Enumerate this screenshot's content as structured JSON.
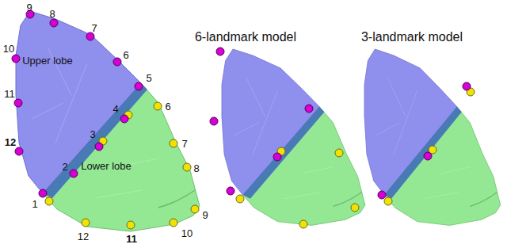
{
  "diagram": {
    "labels": [
      "1",
      "2",
      "3",
      "4",
      "5",
      "6",
      "7",
      "8",
      "9",
      "10",
      "11",
      "12",
      "Upper lobe",
      "Lower lobe",
      "6",
      "7",
      "8",
      "9",
      "10",
      "11",
      "12",
      "6-landmark model",
      "3-landmark model"
    ]
  }
}
